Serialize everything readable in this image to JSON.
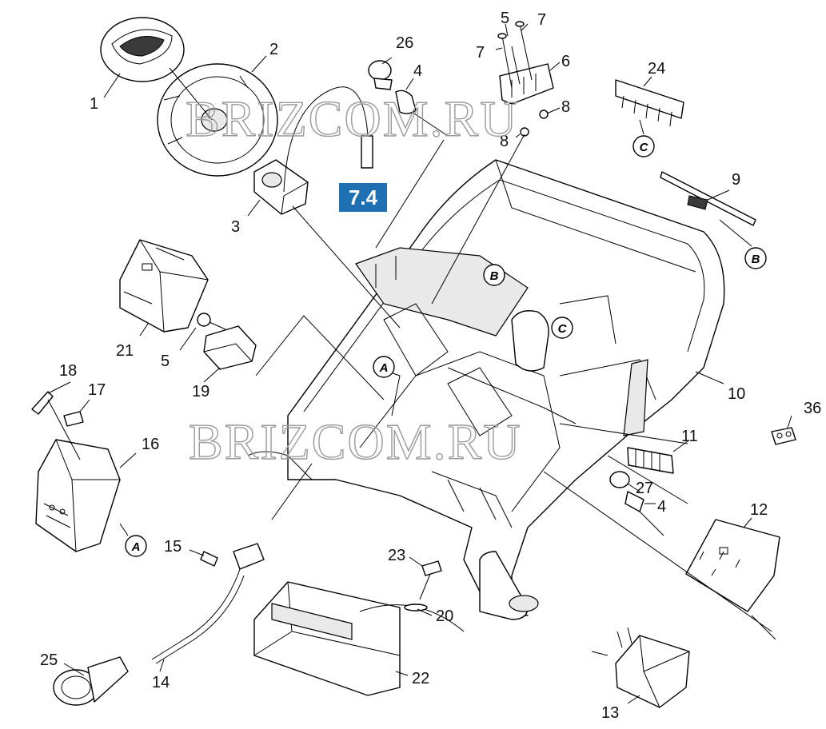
{
  "labels": {
    "p1": "1",
    "p2": "2",
    "p3": "3",
    "p4a": "4",
    "p4b": "4",
    "p5a": "5",
    "p5b": "5",
    "p6": "6",
    "p7a": "7",
    "p7b": "7",
    "p8a": "8",
    "p8b": "8",
    "p9": "9",
    "p10": "10",
    "p11": "11",
    "p12": "12",
    "p13": "13",
    "p14": "14",
    "p15": "15",
    "p16": "16",
    "p17": "17",
    "p18": "18",
    "p19": "19",
    "p20": "20",
    "p21": "21",
    "p22": "22",
    "p23": "23",
    "p24": "24",
    "p25": "25",
    "p26": "26",
    "p27": "27",
    "p36": "36"
  },
  "callouts": {
    "a1": "A",
    "a2": "A",
    "b1": "B",
    "b2": "B",
    "c1": "C",
    "c2": "C"
  },
  "badge": {
    "text": "7.4",
    "color": "#1f6fb3"
  },
  "watermark": {
    "text": "BRIZCOM.RU"
  }
}
